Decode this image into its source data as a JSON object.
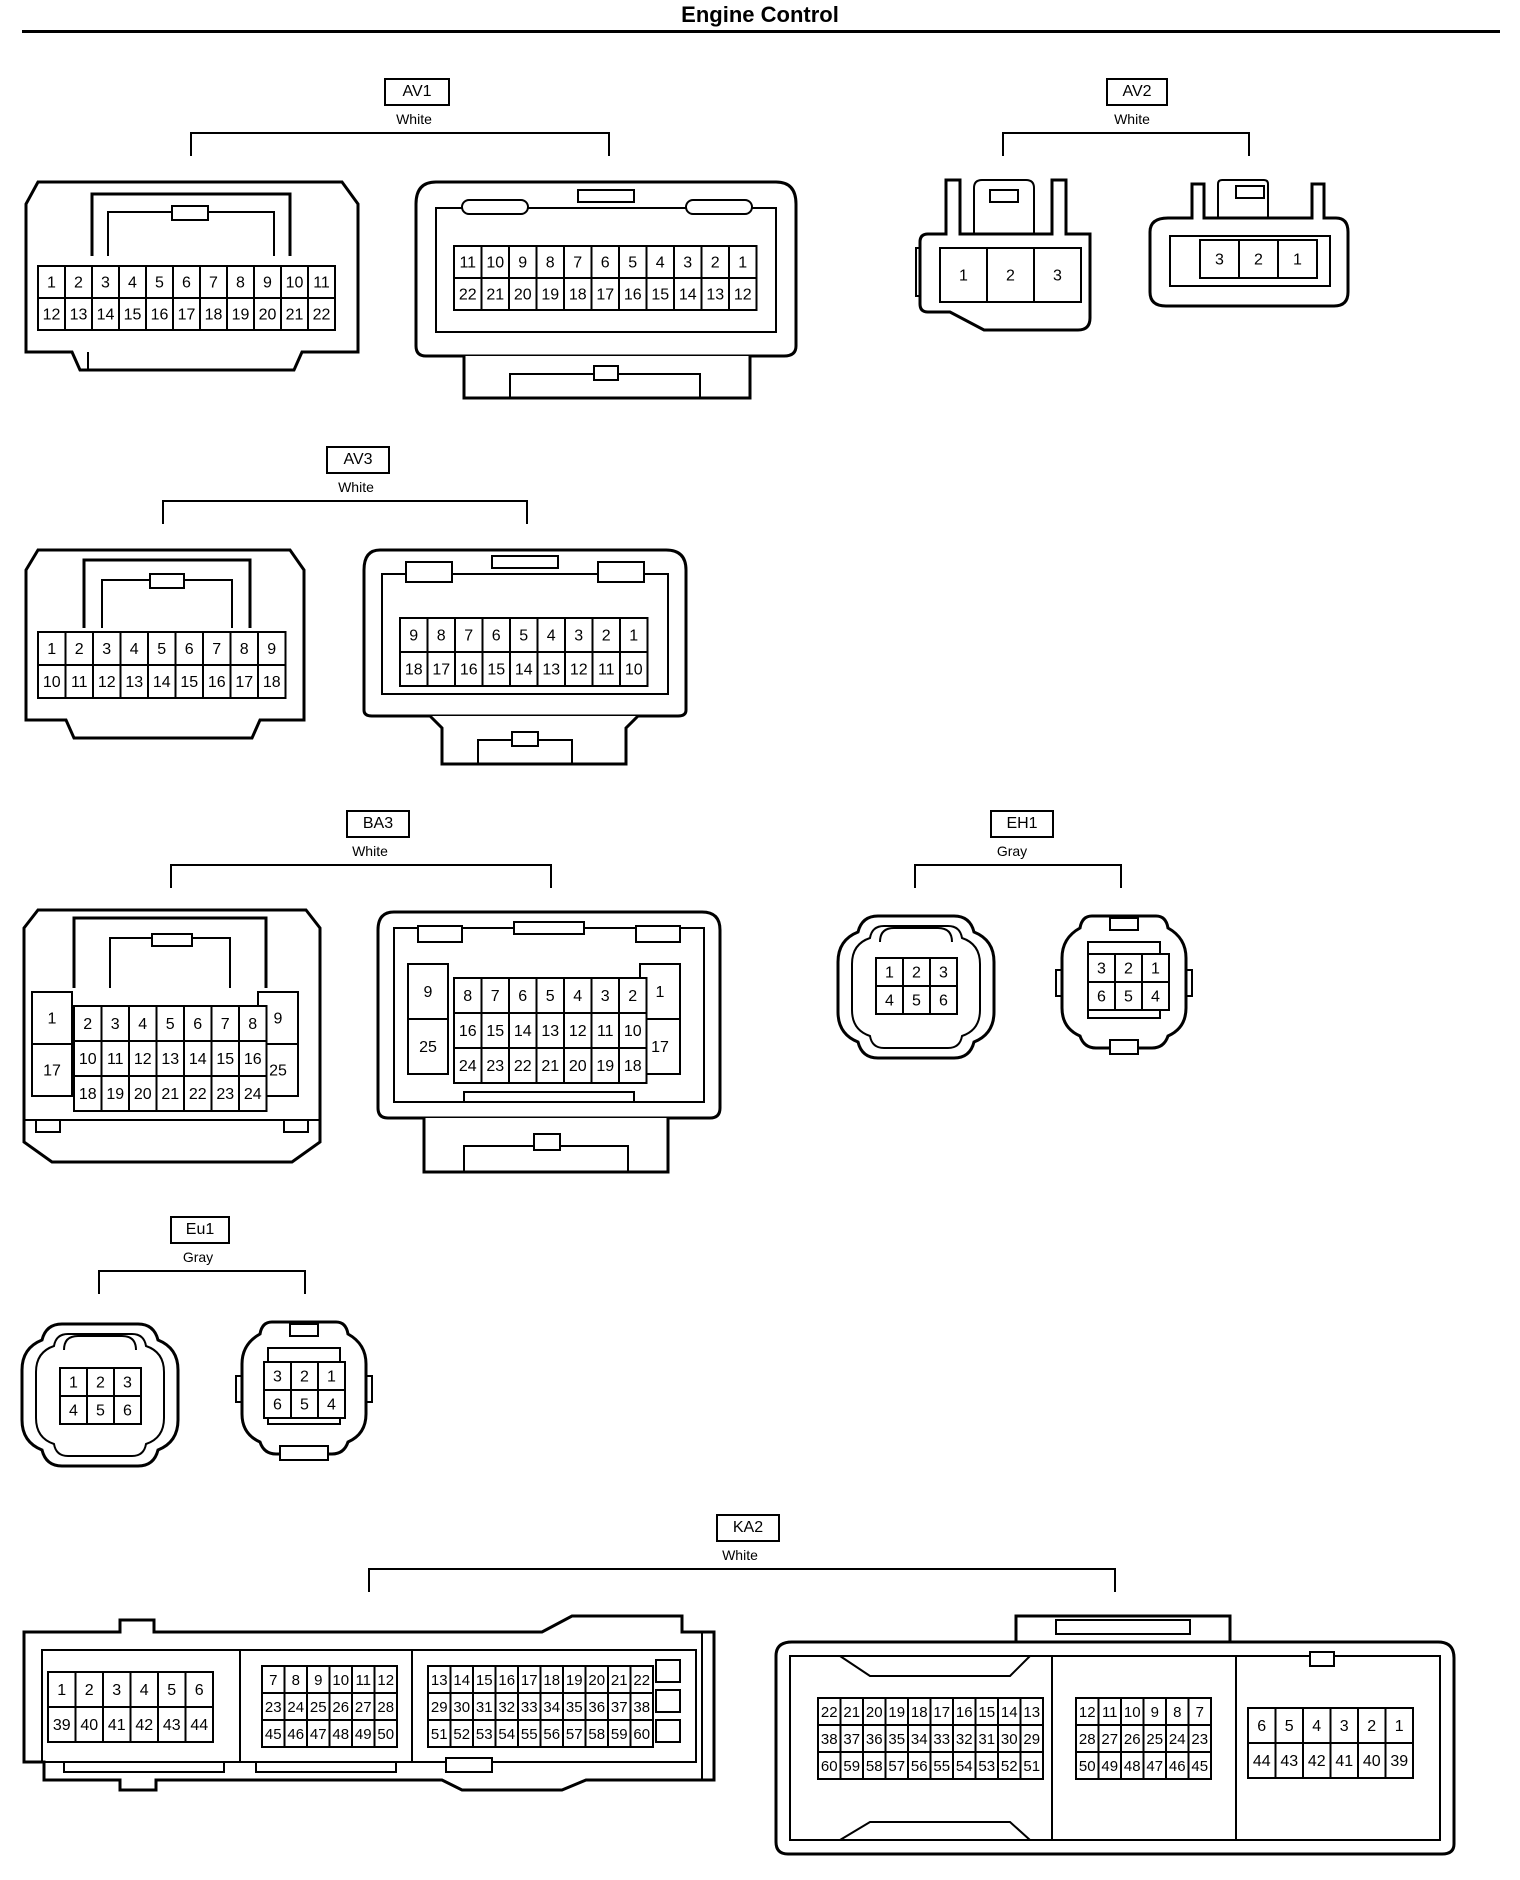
{
  "title": "Engine Control",
  "connectors": {
    "av1": {
      "code": "AV1",
      "color": "White",
      "left": [
        [
          "1",
          "2",
          "3",
          "4",
          "5",
          "6",
          "7",
          "8",
          "9",
          "10",
          "11"
        ],
        [
          "12",
          "13",
          "14",
          "15",
          "16",
          "17",
          "18",
          "19",
          "20",
          "21",
          "22"
        ]
      ],
      "right": [
        [
          "11",
          "10",
          "9",
          "8",
          "7",
          "6",
          "5",
          "4",
          "3",
          "2",
          "1"
        ],
        [
          "22",
          "21",
          "20",
          "19",
          "18",
          "17",
          "16",
          "15",
          "14",
          "13",
          "12"
        ]
      ]
    },
    "av2": {
      "code": "AV2",
      "color": "White",
      "left": [
        [
          "1",
          "2",
          "3"
        ]
      ],
      "right": [
        [
          "3",
          "2",
          "1"
        ]
      ]
    },
    "av3": {
      "code": "AV3",
      "color": "White",
      "left": [
        [
          "1",
          "2",
          "3",
          "4",
          "5",
          "6",
          "7",
          "8",
          "9"
        ],
        [
          "10",
          "11",
          "12",
          "13",
          "14",
          "15",
          "16",
          "17",
          "18"
        ]
      ],
      "right": [
        [
          "9",
          "8",
          "7",
          "6",
          "5",
          "4",
          "3",
          "2",
          "1"
        ],
        [
          "18",
          "17",
          "16",
          "15",
          "14",
          "13",
          "12",
          "11",
          "10"
        ]
      ]
    },
    "ba3": {
      "code": "BA3",
      "color": "White",
      "left_outer": [
        [
          "1",
          "17"
        ],
        [
          "9",
          "25"
        ]
      ],
      "left": [
        [
          "2",
          "3",
          "4",
          "5",
          "6",
          "7",
          "8"
        ],
        [
          "10",
          "11",
          "12",
          "13",
          "14",
          "15",
          "16"
        ],
        [
          "18",
          "19",
          "20",
          "21",
          "22",
          "23",
          "24"
        ]
      ],
      "right_outer": [
        [
          "9",
          "25"
        ],
        [
          "1",
          "17"
        ]
      ],
      "right": [
        [
          "8",
          "7",
          "6",
          "5",
          "4",
          "3",
          "2"
        ],
        [
          "16",
          "15",
          "14",
          "13",
          "12",
          "11",
          "10"
        ],
        [
          "24",
          "23",
          "22",
          "21",
          "20",
          "19",
          "18"
        ]
      ]
    },
    "eh1": {
      "code": "EH1",
      "color": "Gray",
      "left": [
        [
          "1",
          "2",
          "3"
        ],
        [
          "4",
          "5",
          "6"
        ]
      ],
      "right": [
        [
          "3",
          "2",
          "1"
        ],
        [
          "6",
          "5",
          "4"
        ]
      ]
    },
    "eu1": {
      "code": "Eu1",
      "color": "Gray",
      "left": [
        [
          "1",
          "2",
          "3"
        ],
        [
          "4",
          "5",
          "6"
        ]
      ],
      "right": [
        [
          "3",
          "2",
          "1"
        ],
        [
          "6",
          "5",
          "4"
        ]
      ]
    },
    "ka2": {
      "code": "KA2",
      "color": "White",
      "left_blocks": [
        [
          [
            "1",
            "2",
            "3",
            "4",
            "5",
            "6"
          ],
          [
            "39",
            "40",
            "41",
            "42",
            "43",
            "44"
          ]
        ],
        [
          [
            "7",
            "8",
            "9",
            "10",
            "11",
            "12"
          ],
          [
            "23",
            "24",
            "25",
            "26",
            "27",
            "28"
          ],
          [
            "45",
            "46",
            "47",
            "48",
            "49",
            "50"
          ]
        ],
        [
          [
            "13",
            "14",
            "15",
            "16",
            "17",
            "18",
            "19",
            "20",
            "21",
            "22"
          ],
          [
            "29",
            "30",
            "31",
            "32",
            "33",
            "34",
            "35",
            "36",
            "37",
            "38"
          ],
          [
            "51",
            "52",
            "53",
            "54",
            "55",
            "56",
            "57",
            "58",
            "59",
            "60"
          ]
        ]
      ],
      "right_blocks": [
        [
          [
            "22",
            "21",
            "20",
            "19",
            "18",
            "17",
            "16",
            "15",
            "14",
            "13"
          ],
          [
            "38",
            "37",
            "36",
            "35",
            "34",
            "33",
            "32",
            "31",
            "30",
            "29"
          ],
          [
            "60",
            "59",
            "58",
            "57",
            "56",
            "55",
            "54",
            "53",
            "52",
            "51"
          ]
        ],
        [
          [
            "12",
            "11",
            "10",
            "9",
            "8",
            "7"
          ],
          [
            "28",
            "27",
            "26",
            "25",
            "24",
            "23"
          ],
          [
            "50",
            "49",
            "48",
            "47",
            "46",
            "45"
          ]
        ],
        [
          [
            "6",
            "5",
            "4",
            "3",
            "2",
            "1"
          ],
          [
            "44",
            "43",
            "42",
            "41",
            "40",
            "39"
          ]
        ]
      ]
    }
  }
}
